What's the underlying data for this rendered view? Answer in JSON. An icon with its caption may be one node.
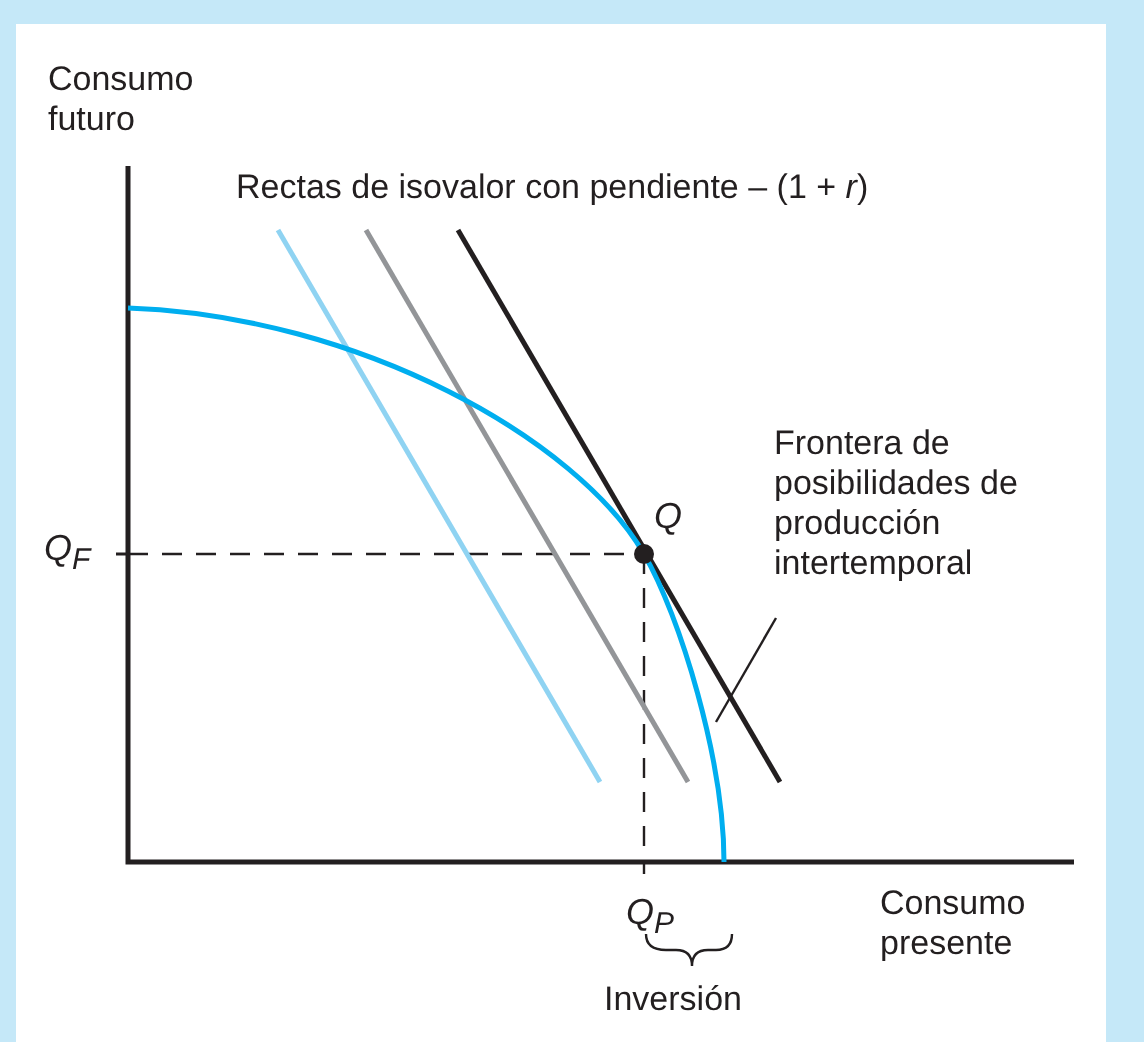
{
  "diagram": {
    "nodes": [
      {
        "text": [
          "Frontera de posibilidades de producción intertemporal"
        ]
      },
      {
        "text": [],
        "shape": "curve"
      }
    ],
    "edges": [
      {
        "from": 0,
        "to": 1,
        "arrow": "none"
      }
    ],
    "labels": [
      "Consumo futuro",
      "Rectas de isovalor con pendiente – (1 + *r*)",
      "Q",
      "Q$_{F}$",
      "Q$_{P}$",
      "Consumo presente",
      "Inversión"
    ]
  }
}
